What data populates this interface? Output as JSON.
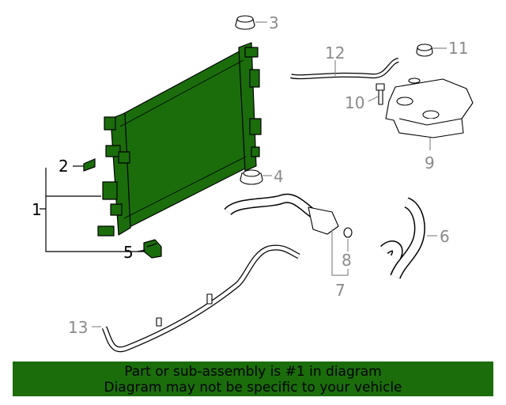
{
  "callouts": {
    "c1": "1",
    "c2": "2",
    "c3": "3",
    "c4": "4",
    "c5": "5",
    "c6": "6",
    "c7": "7",
    "c8": "8",
    "c9": "9",
    "c10": "10",
    "c11": "11",
    "c12": "12",
    "c13": "13"
  },
  "footer": {
    "line1": "Part or sub-assembly is #1 in diagram",
    "line2": "Diagram may not be specific to your vehicle"
  },
  "colors": {
    "highlight": "#1b6d0c",
    "callout_grey": "#8a8a8a",
    "callout_dark": "#000000"
  }
}
